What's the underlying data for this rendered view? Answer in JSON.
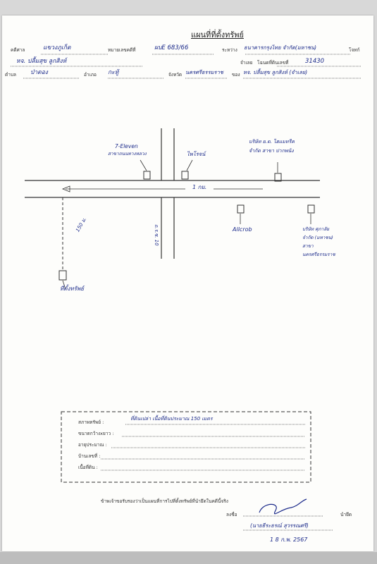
{
  "header": {
    "title": "แผนที่ที่ตั้งทรัพย์",
    "case_label": "คดีศาล",
    "case_value": "แขวงภูเก็ต",
    "black_no_label": "หมายเลขคดีที่",
    "black_no_value": "ผบE 683/66",
    "plaintiff_label": "ระหว่าง",
    "plaintiff_value": "ธนาคารกรุงไทย จำกัด(มหาชน)",
    "role_plaintiff": "โจทก์",
    "defendant_value": "หจ. ปลื้มสุข ลูกสิงห์",
    "role_defendant": "จำเลย",
    "deed_label": "โฉนดที่ดินเลขที่",
    "deed_value": "31430",
    "subdistrict_label": "ตำบล",
    "subdistrict_value": "ป่าตอง",
    "district_label": "อำเภอ",
    "district_value": "กะทู้",
    "province_label": "จังหวัด",
    "province_value": "นครศรีธรรมราช",
    "owner_label": "ของ",
    "owner_value": "หจ. ปลื้มสุข ลูกสิงห์ (จำเลย)"
  },
  "map": {
    "seven_eleven": "7-Eleven",
    "seven_eleven_sub": "สาขาถนนทางหลวง",
    "kohola": "ไพโรจน์",
    "bank_top_1": "บริษัท ย.ต. ไฮแมทรีค",
    "bank_top_2": "จำกัด สาขา ปากพนัง",
    "road_main": "1 กม.",
    "soi_label": "ถ.ร.ซ. 10",
    "distance": "150 ม.",
    "allcrob": "Allcrob",
    "bank_right_1": "บริษัท ศุภาลัย",
    "bank_right_2": "จำกัด (มหาชน)",
    "bank_right_3": "สาขา",
    "bank_right_4": "นครศรีธรรมราช",
    "property": "ที่ตั้งทรัพย์"
  },
  "details": {
    "rows": [
      {
        "label": "สภาพทรัพย์ :",
        "value": "ที่ดินเปล่า เนื้อที่ดินประมาณ 150 เมตร"
      },
      {
        "label": "ขนาดกว้างxยาว :",
        "value": ""
      },
      {
        "label": "อายุประมาณ :",
        "value": ""
      },
      {
        "label": "บ้านเลขที่ :",
        "value": ""
      },
      {
        "label": "เนื้อที่ดิน :",
        "value": ""
      }
    ]
  },
  "footer": {
    "certify": "ข้าพเจ้าขอรับรองว่าเป็นแผนที่การไปที่ตั้งทรัพย์ที่นำยึดในคดีนี้จริง",
    "sign_label": "ลงชื่อ",
    "role": "นำยึด",
    "name": "(นายธีระธรณ์ สุวรรณศรี)",
    "date": "1 8 ก.พ. 2567"
  }
}
